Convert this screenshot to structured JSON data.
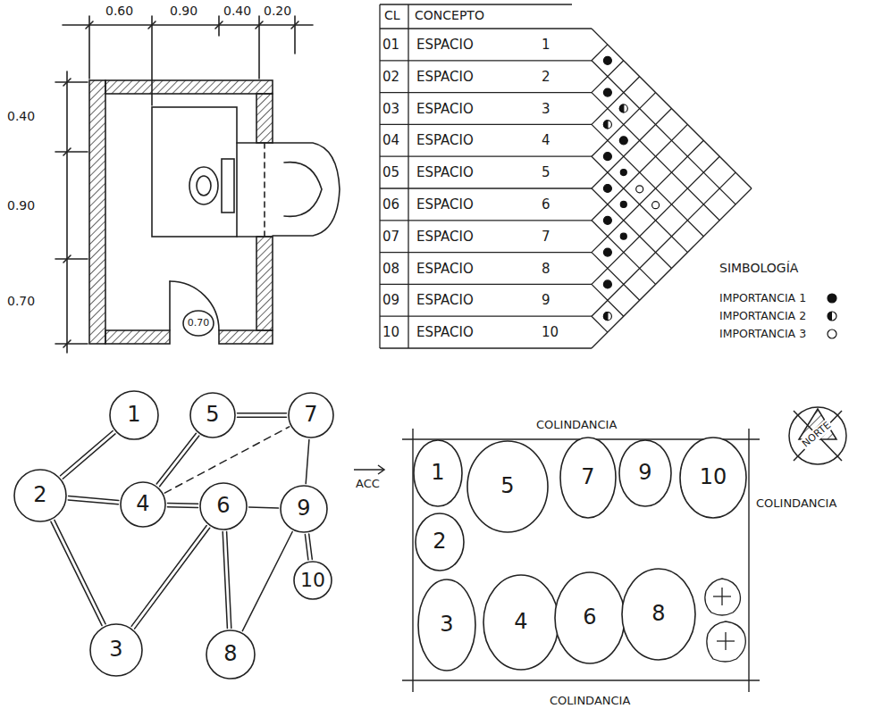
{
  "diagram": {
    "nodes": [
      {
        "text": [
          "0.70"
        ]
      },
      {
        "text": [
          "1"
        ]
      },
      {
        "text": [
          "2"
        ]
      },
      {
        "text": [
          "3"
        ]
      },
      {
        "text": [
          "4"
        ]
      },
      {
        "text": [
          "5"
        ]
      },
      {
        "text": [
          "6"
        ]
      },
      {
        "text": [
          "7"
        ]
      },
      {
        "text": [
          "8"
        ]
      },
      {
        "text": [
          "9"
        ]
      },
      {
        "text": [
          "10"
        ]
      },
      {
        "text": [
          "1"
        ]
      },
      {
        "text": [
          "5"
        ]
      },
      {
        "text": [
          "7"
        ]
      },
      {
        "text": [
          "9"
        ]
      },
      {
        "text": [
          "10"
        ]
      },
      {
        "text": [
          "2"
        ]
      },
      {
        "text": [
          "3"
        ]
      },
      {
        "text": [
          "4"
        ]
      },
      {
        "text": [
          "6"
        ]
      },
      {
        "text": [
          "8"
        ]
      }
    ],
    "edges": [
      {
        "from": 1,
        "to": 2,
        "arrow": "none"
      },
      {
        "from": 2,
        "to": 3,
        "arrow": "none"
      },
      {
        "from": 2,
        "to": 4,
        "arrow": "none"
      },
      {
        "from": 4,
        "to": 5,
        "arrow": "none"
      },
      {
        "from": 5,
        "to": 7,
        "arrow": "none"
      },
      {
        "from": 4,
        "to": 7,
        "arrow": "none"
      },
      {
        "from": 4,
        "to": 6,
        "arrow": "none"
      },
      {
        "from": 6,
        "to": 3,
        "arrow": "none"
      },
      {
        "from": 6,
        "to": 8,
        "arrow": "none"
      },
      {
        "from": 6,
        "to": 9,
        "arrow": "none"
      },
      {
        "from": 7,
        "to": 9,
        "arrow": "none"
      },
      {
        "from": 9,
        "to": 10,
        "arrow": "none"
      },
      {
        "from": 9,
        "to": 8,
        "arrow": "none"
      }
    ],
    "labels": [
      "0.60",
      "0.90",
      "0.40",
      "0.20",
      "0.40",
      "0.90",
      "0.70",
      "CL",
      "CONCEPTO",
      "01",
      "ESPACIO",
      "1",
      "02",
      "ESPACIO",
      "2",
      "03",
      "ESPACIO",
      "3",
      "04",
      "ESPACIO",
      "4",
      "05",
      "ESPACIO",
      "5",
      "06",
      "ESPACIO",
      "6",
      "07",
      "ESPACIO",
      "7",
      "08",
      "ESPACIO",
      "8",
      "09",
      "ESPACIO",
      "9",
      "10",
      "ESPACIO",
      "10",
      "SIMBOLOGÍA",
      "ACC",
      "COLINDANCIA",
      "COLINDANCIA",
      "COLINDANCIA",
      "NORTE"
    ],
    "legend": [
      {
        "text": "IMPORTANCIA 1"
      },
      {
        "text": "IMPORTANCIA 2"
      },
      {
        "text": "IMPORTANCIA 3"
      }
    ]
  }
}
